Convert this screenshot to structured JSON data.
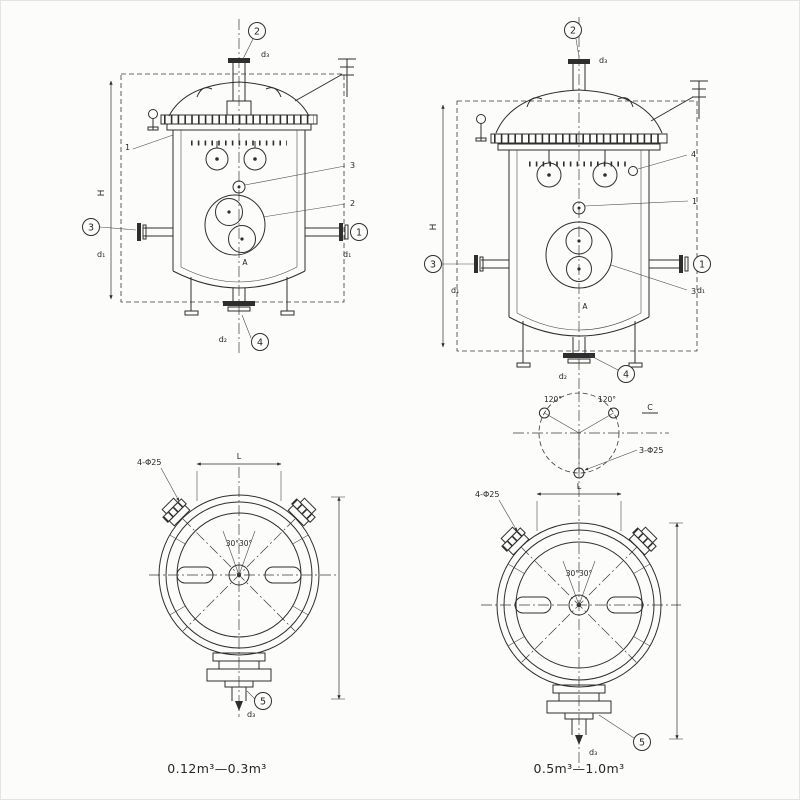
{
  "sheet": {
    "captions": {
      "left": "0.12m³—0.3m³",
      "right": "0.5m³—1.0m³"
    }
  },
  "numbers": {
    "n1": "1",
    "n2": "2",
    "n3": "3",
    "n4": "4",
    "n5": "5"
  },
  "dims": {
    "d1": "d₁",
    "d2": "d₂",
    "d3": "d₃",
    "H": "H",
    "L": "L",
    "A": "A",
    "C": "C",
    "angle120": "120°",
    "angle3030": "30°30°",
    "bolt3": "3-Φ25",
    "bolt4": "4-Φ25"
  }
}
